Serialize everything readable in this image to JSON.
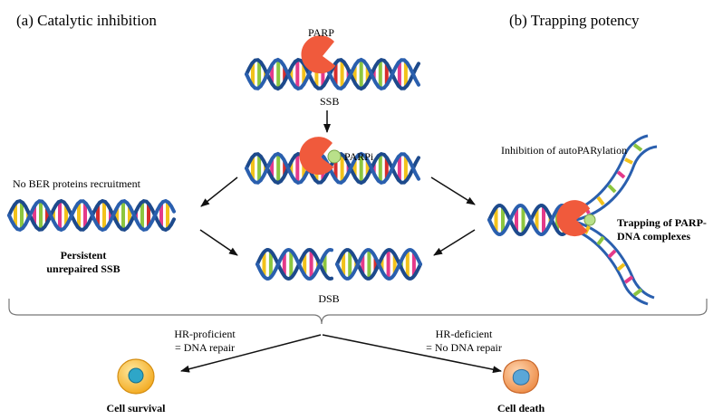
{
  "panel_a_title": "(a) Catalytic inhibition",
  "panel_b_title": "(b) Trapping potency",
  "parp_label": "PARP",
  "ssb_label": "SSB",
  "parpi_label": "PARPi",
  "no_ber_label": "No BER proteins recruitment",
  "persistent_line1": "Persistent",
  "persistent_line2": "unrepaired SSB",
  "inhibition_label": "Inhibition of autoPARylation",
  "trapping_line1": "Trapping of PARP-",
  "trapping_line2": "DNA complexes",
  "dsb_label": "DSB",
  "hr_proficient_line1": "HR-proficient",
  "hr_proficient_line2": "= DNA repair",
  "hr_deficient_line1": "HR-deficient",
  "hr_deficient_line2": "= No DNA repair",
  "cell_survival": "Cell survival",
  "cell_death": "Cell death",
  "colors": {
    "dna_backbone": "#2a5fae",
    "parp_enzyme": "#f05a3c",
    "parpi_drug": "#b9e08a",
    "survival_cell": "#f6b531",
    "death_cell": "#f39a55"
  }
}
